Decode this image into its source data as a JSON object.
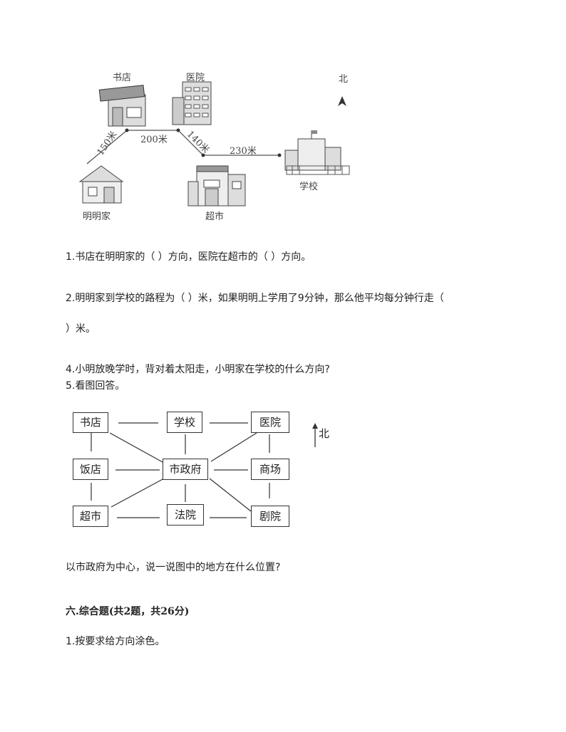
{
  "map1": {
    "places": {
      "bookstore": "书店",
      "hospital": "医院",
      "home": "明明家",
      "supermarket": "超市",
      "school": "学校"
    },
    "north": "北",
    "distances": {
      "home_bookstore": "150米",
      "bookstore_hospital": "200米",
      "hospital_supermarket": "140米",
      "supermarket_school": "230米"
    }
  },
  "questions": {
    "q1": "1.书店在明明家的（  ）方向，医院在超市的（  ）方向。",
    "q2_line1": "2.明明家到学校的路程为（  ）米，如果明明上学用了9分钟，那么他平均每分钟行走（",
    "q2_line2": "）米。",
    "q4": "4.小明放晚学时，背对着太阳走，小明家在学校的什么方向?",
    "q5": "5.看图回答。",
    "q5_prompt": "以市政府为中心，说一说图中的地方在什么位置?"
  },
  "map2": {
    "boxes": {
      "bookstore": "书店",
      "school": "学校",
      "hospital": "医院",
      "restaurant": "饭店",
      "city_hall": "市政府",
      "mall": "商场",
      "supermarket": "超市",
      "court": "法院",
      "theater": "剧院"
    },
    "north": "北"
  },
  "section6": {
    "title": "六.综合题(共2题，共26分)",
    "q1": "1.按要求给方向涂色。"
  }
}
